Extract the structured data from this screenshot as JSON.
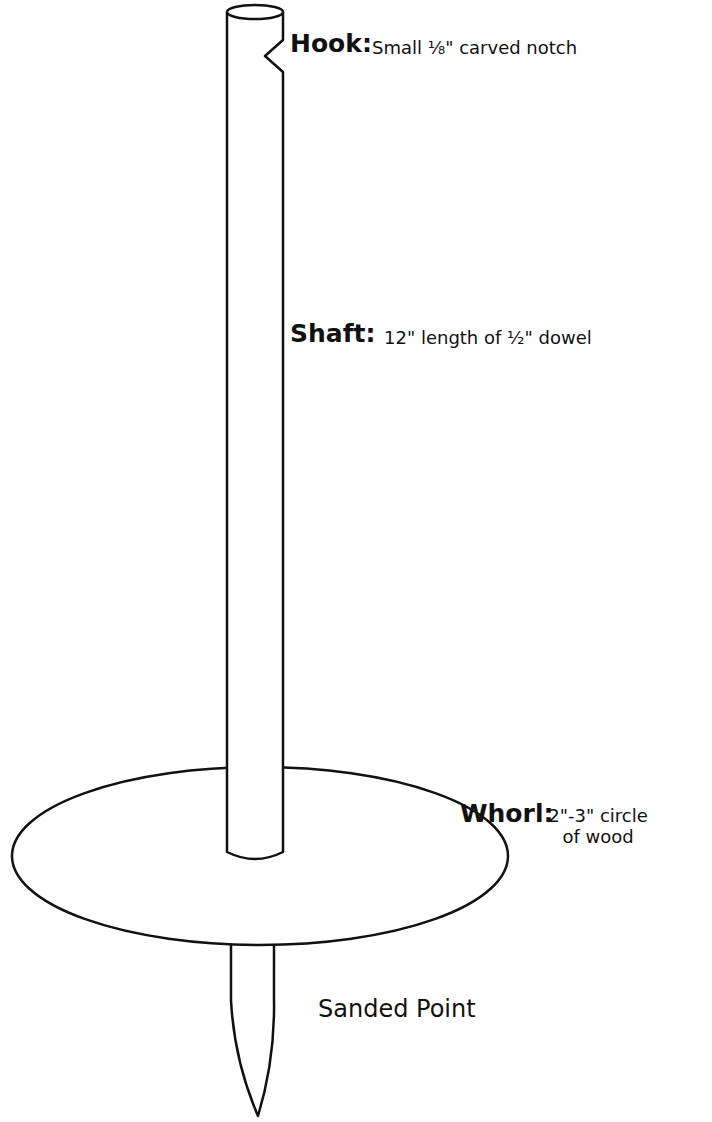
{
  "diagram": {
    "labels": [
      "Hook:",
      "Small ⅛\" carved notch",
      "Shaft:",
      "12\" length of ½\" dowel",
      "Whorl:",
      "2\"-3\" circle of wood",
      "Sanded Point"
    ]
  }
}
